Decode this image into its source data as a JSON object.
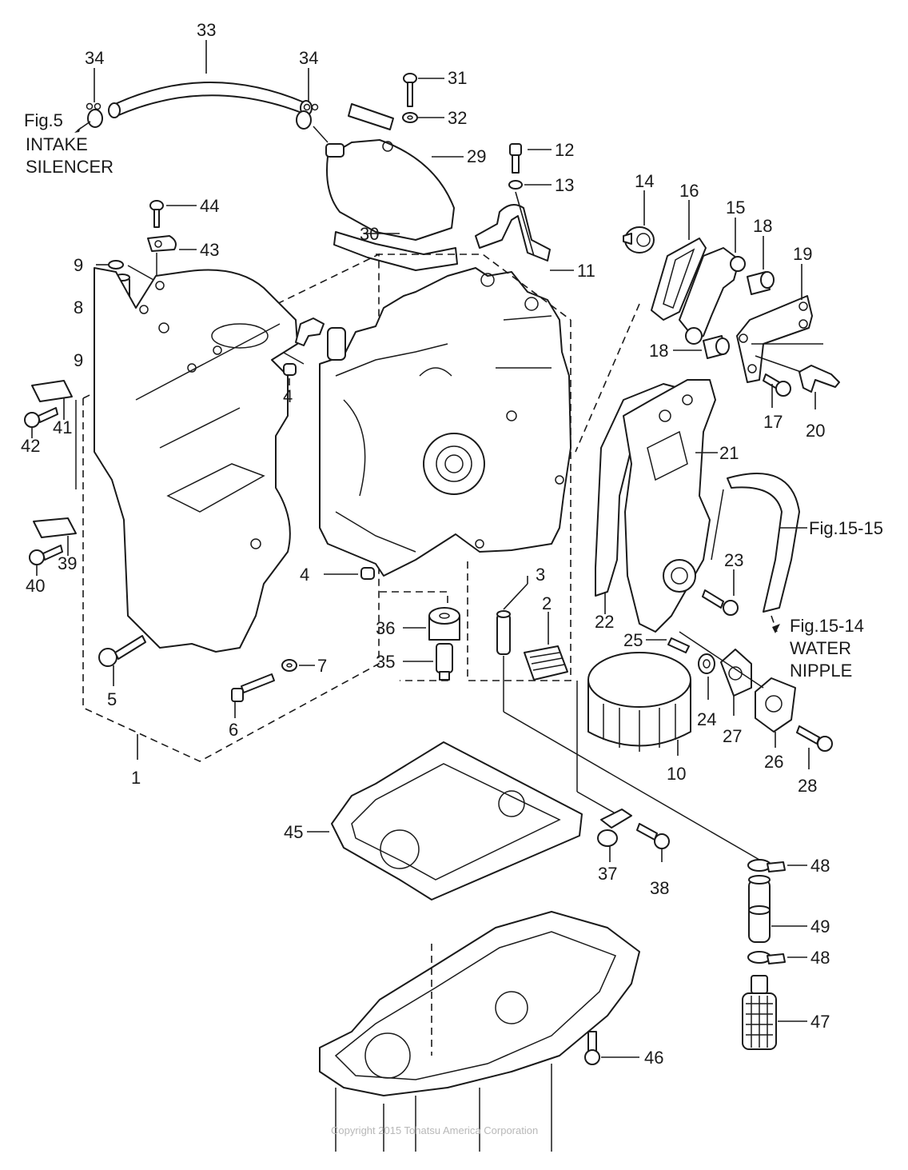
{
  "diagram": {
    "title": "Cylinder Block / Oil Case Exploded Parts View",
    "copyright": "Copyright 2015 Tohatsu America Corporation",
    "references": [
      {
        "id": "fig5",
        "lines": [
          "Fig.5",
          "INTAKE",
          "SILENCER"
        ]
      },
      {
        "id": "fig15-15",
        "lines": [
          "Fig.15-15"
        ]
      },
      {
        "id": "fig15-14",
        "lines": [
          "Fig.15-14",
          "WATER",
          "NIPPLE"
        ]
      }
    ],
    "callouts": {
      "c1": "1",
      "c2": "2",
      "c3": "3",
      "c4a": "4",
      "c4b": "4",
      "c5": "5",
      "c6": "6",
      "c7": "7",
      "c8": "8",
      "c9a": "9",
      "c9b": "9",
      "c10": "10",
      "c11": "11",
      "c12": "12",
      "c13": "13",
      "c14": "14",
      "c15": "15",
      "c16": "16",
      "c17": "17",
      "c18a": "18",
      "c18b": "18",
      "c19": "19",
      "c20": "20",
      "c21": "21",
      "c22": "22",
      "c23": "23",
      "c24": "24",
      "c25": "25",
      "c26": "26",
      "c27": "27",
      "c28": "28",
      "c29": "29",
      "c30": "30",
      "c31": "31",
      "c32": "32",
      "c33": "33",
      "c34a": "34",
      "c34b": "34",
      "c35": "35",
      "c36": "36",
      "c37": "37",
      "c38": "38",
      "c39": "39",
      "c40": "40",
      "c41": "41",
      "c42": "42",
      "c43": "43",
      "c44": "44",
      "c45": "45",
      "c46": "46",
      "c47": "47",
      "c48a": "48",
      "c48b": "48",
      "c49": "49"
    }
  }
}
